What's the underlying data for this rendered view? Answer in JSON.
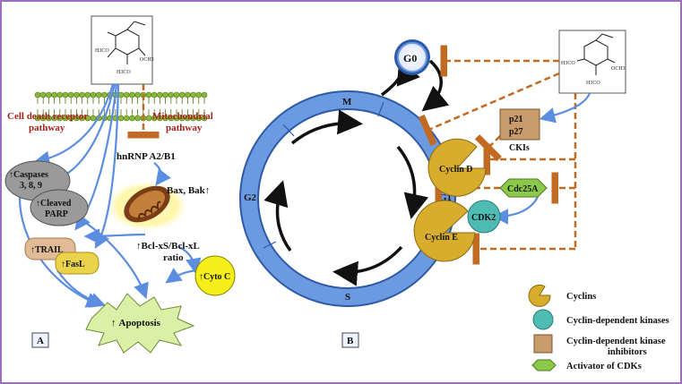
{
  "panel_a": {
    "panel_label": "A",
    "cell_death_receptor_pathway": [
      "Cell death receptor",
      "pathway"
    ],
    "mitochondrial_pathway": [
      "Mitochondrial",
      "pathway"
    ],
    "hnrnp": "hnRNP A2/B1",
    "bax_bak": "Bax, Bak",
    "bcl_ratio": [
      "Bcl-xS/Bcl-xL",
      "ratio"
    ],
    "caspases": [
      "Caspases",
      "3, 8, 9"
    ],
    "cleaved_parp": [
      "Cleaved",
      "PARP"
    ],
    "trail": "TRAIL",
    "fasl": "FasL",
    "cyto_c": "Cyto C",
    "apoptosis": "Apoptosis",
    "up_arrow": "↑"
  },
  "panel_b": {
    "panel_label": "B",
    "g0": "G0",
    "phase_m": "M",
    "phase_g1": "G1",
    "phase_g2": "G2",
    "phase_s": "S",
    "p21": "p21",
    "p27": "p27",
    "ckis": "CKIs",
    "cyclin_d": "Cyclin D",
    "cdc25a": "Cdc25A",
    "cdk2": "CDK2",
    "cyclin_e": "Cyclin E"
  },
  "molecule": {
    "h3co_label": "H3CO",
    "och3_label": "OCH3"
  },
  "legend": {
    "cyclins": "Cyclins",
    "cdks": "Cyclin-dependent kinases",
    "ckis": [
      "Cyclin-dependent kinase",
      "inhibitors"
    ],
    "activator": "Activator of CDKs"
  },
  "colors": {
    "frame": "#9b6fc0",
    "blue_arrow": "#5b8de0",
    "inhibition": "#c36a22",
    "membrane": "#8cb83a",
    "cycle_ring": "#5d8ed8",
    "cyclin": "#d8ac2c",
    "cdk": "#4fbcb4",
    "cki": "#c99a6a",
    "activator": "#8cc84a",
    "label_red": "#a8201a"
  }
}
